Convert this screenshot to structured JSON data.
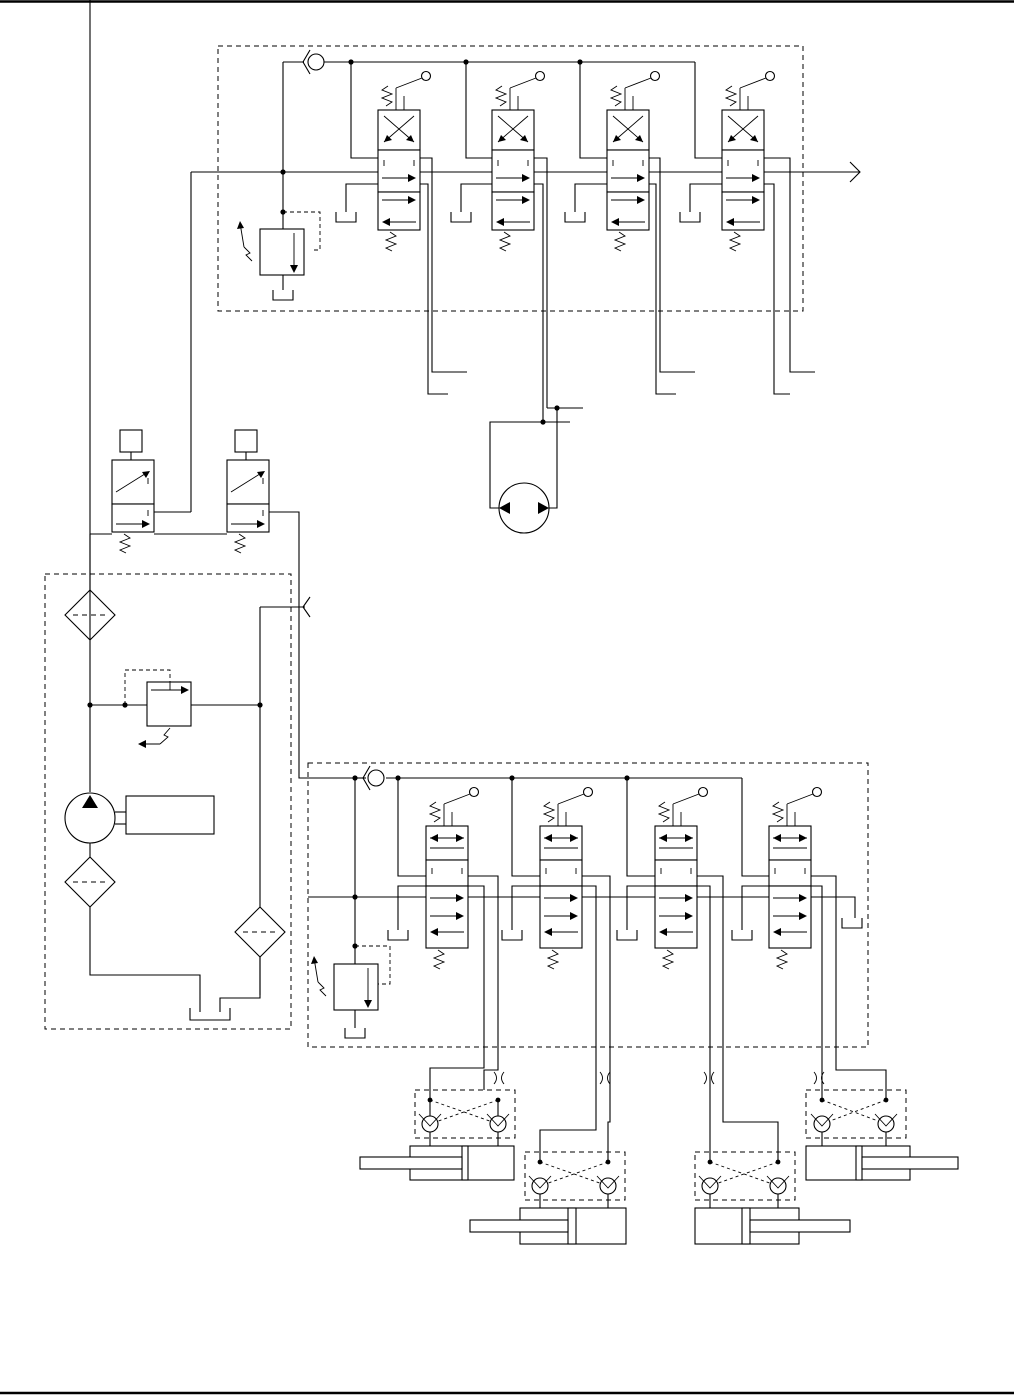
{
  "diagram": {
    "type": "hydraulic-schematic",
    "text_labels": [],
    "components": {
      "upper_valve_block": {
        "directional_valves": 4,
        "check_valve": 1,
        "relief_valve": 1
      },
      "lower_valve_block": {
        "directional_valves": 4,
        "check_valve": 1,
        "relief_valve": 1
      },
      "solenoid_valves": 2,
      "power_unit": {
        "pump": 1,
        "motor": 1,
        "filters": 3,
        "pressure_reducing_valve": 1,
        "tank": 1
      },
      "hydraulic_motor": 1,
      "cylinders": 4,
      "pilot_check_valve_pairs": 4,
      "orifices": 4
    }
  }
}
